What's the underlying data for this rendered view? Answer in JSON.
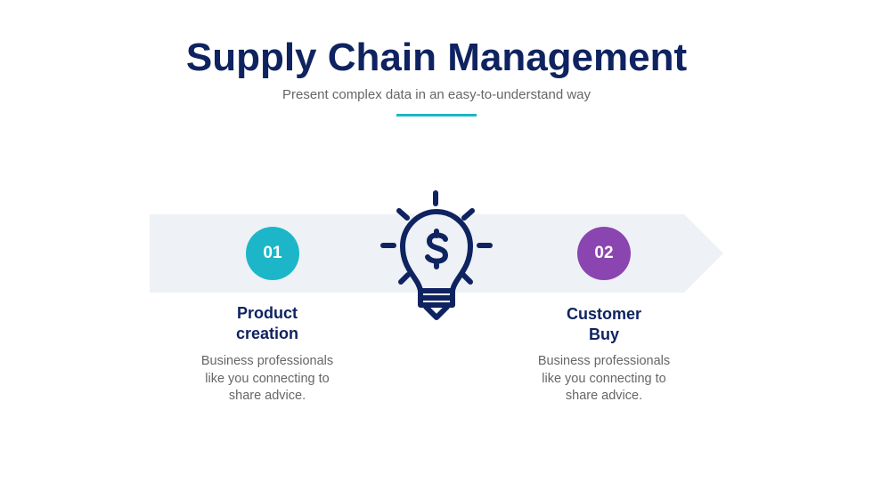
{
  "title": "Supply Chain Management",
  "subtitle": "Present complex data in an easy-to-understand way",
  "colors": {
    "navy": "#0f2361",
    "teal": "#1db6c8",
    "purple": "#8a45b0",
    "band": "#eef1f5"
  },
  "steps": [
    {
      "number": "01",
      "heading_l1": "Product",
      "heading_l2": "creation",
      "description_l1": "Business professionals",
      "description_l2": "like you connecting to",
      "description_l3": "share advice."
    },
    {
      "number": "02",
      "heading_l1": "Customer",
      "heading_l2": "Buy",
      "description_l1": "Business professionals",
      "description_l2": "like you connecting to",
      "description_l3": "share advice."
    }
  ],
  "center_icon": "lightbulb-dollar-icon"
}
